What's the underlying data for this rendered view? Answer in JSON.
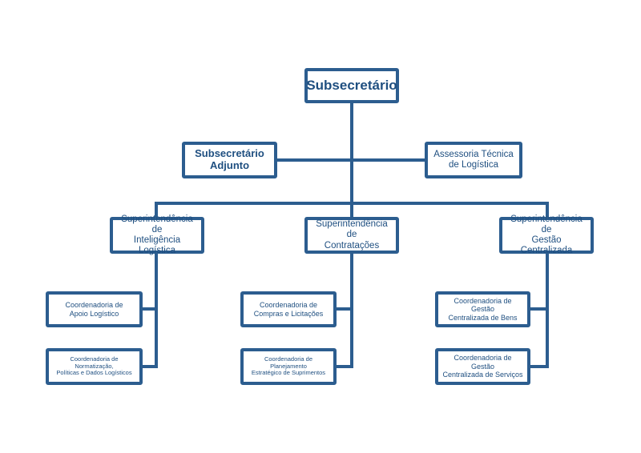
{
  "org_chart": {
    "top": {
      "label": "Subsecretário"
    },
    "level2": {
      "left": {
        "label": "Subsecretário\nAdjunto"
      },
      "right": {
        "label": "Assessoria Técnica\nde Logística"
      }
    },
    "superintendencias": [
      {
        "label": "Superintendência de\nInteligência Logística"
      },
      {
        "label": "Superintendência de\nContratações"
      },
      {
        "label": "Superintendência de\nGestão Centralizada"
      }
    ],
    "coordenadorias": [
      {
        "label": "Coordenadoria de\nApoio Logístico"
      },
      {
        "label": "Coordenadoria de Normatização,\nPolíticas e Dados Logísticos"
      },
      {
        "label": "Coordenadoria de\nCompras e Licitações"
      },
      {
        "label": "Coordenadoria de Planejamento\nEstratégico de Suprimentos"
      },
      {
        "label": "Coordenadoria de Gestão\nCentralizada de Bens"
      },
      {
        "label": "Coordenadoria de Gestão\nCentralizada de Serviços"
      }
    ]
  },
  "colors": {
    "box_border": "#2c5d8f",
    "line": "#2c5d8f",
    "text": "#1f4f80"
  }
}
